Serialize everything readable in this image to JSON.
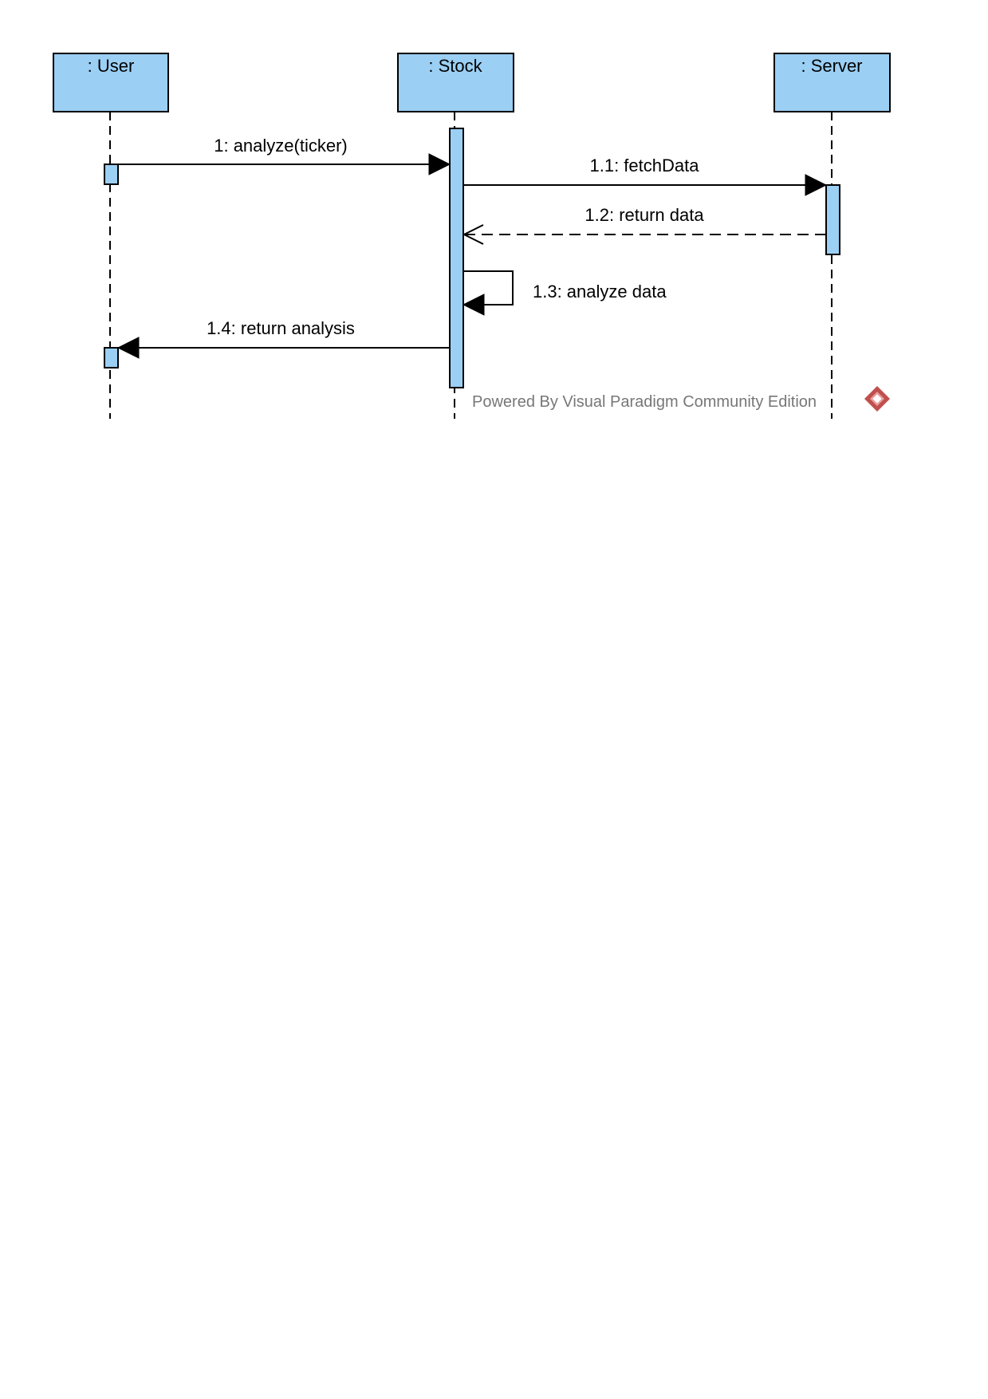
{
  "diagram": {
    "lifelines": {
      "user": ": User",
      "stock": ": Stock",
      "server": ": Server"
    },
    "messages": {
      "m1": "1: analyze(ticker)",
      "m1_1": "1.1: fetchData",
      "m1_2": "1.2: return data",
      "m1_3": "1.3: analyze data",
      "m1_4": "1.4: return analysis"
    },
    "watermark": "Powered By Visual Paradigm Community Edition",
    "colors": {
      "lifeline_fill": "#9bcff4",
      "line": "#000000",
      "watermark_text": "#777777",
      "logo": "#c0504d"
    }
  }
}
